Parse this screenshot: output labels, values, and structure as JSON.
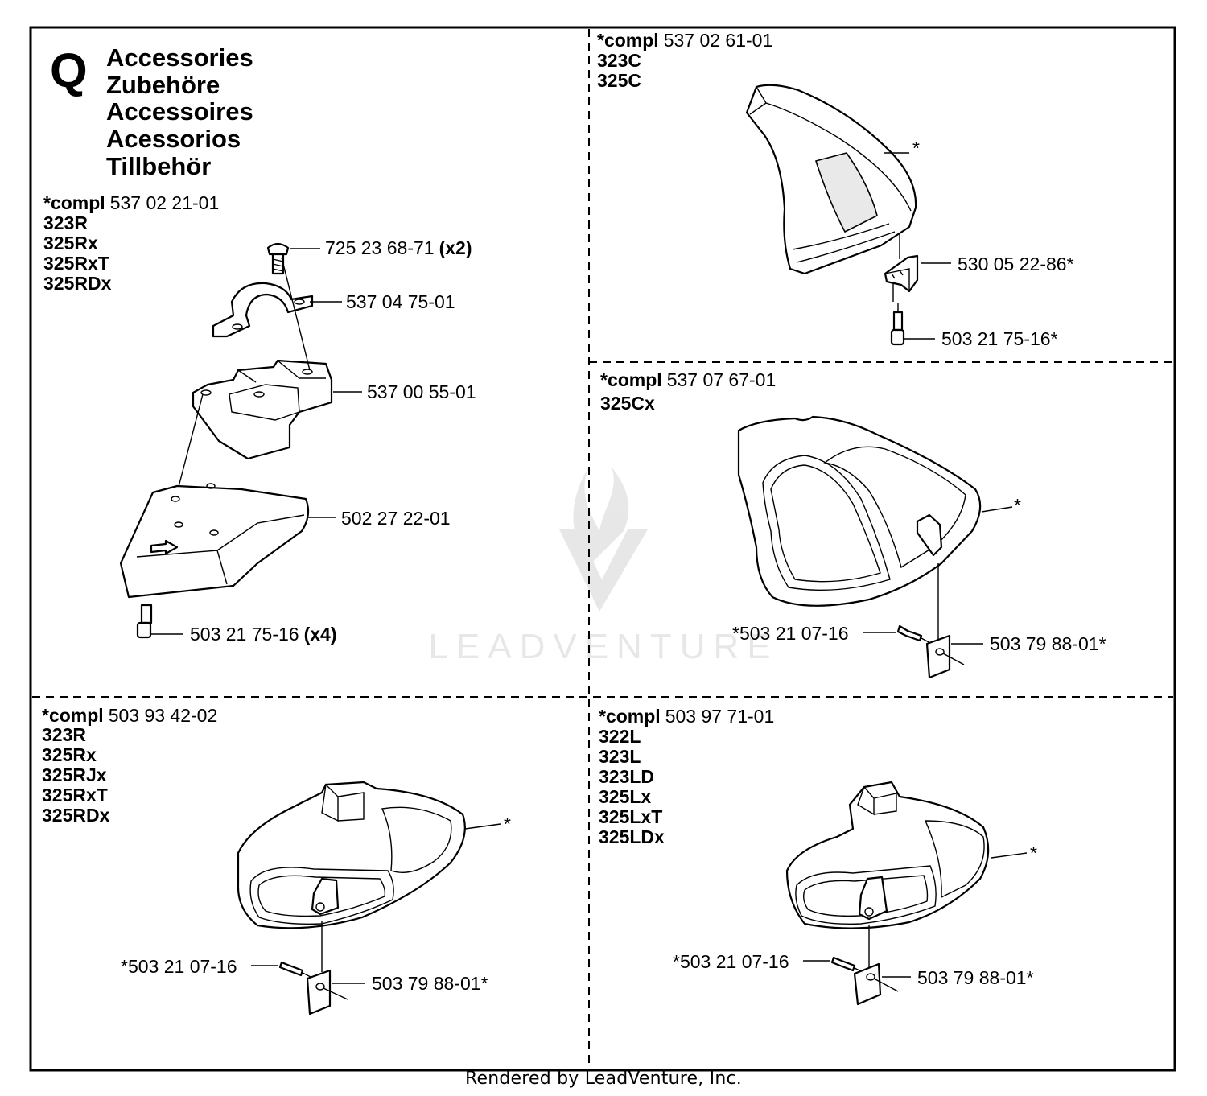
{
  "header": {
    "letter": "Q",
    "titles": [
      "Accessories",
      "Zubehöre",
      "Accessoires",
      "Acessorios",
      "Tillbehör"
    ]
  },
  "panels": [
    {
      "compl_label": "*compl",
      "compl_number": "537 02 21-01",
      "models": [
        "323R",
        "325Rx",
        "325RxT",
        "325RDx"
      ],
      "parts": [
        {
          "number": "725 23 68-71",
          "qty": "(x2)"
        },
        {
          "number": "537 04 75-01",
          "qty": ""
        },
        {
          "number": "537 00 55-01",
          "qty": ""
        },
        {
          "number": "502 27 22-01",
          "qty": ""
        },
        {
          "number": "503 21 75-16",
          "qty": "(x4)"
        }
      ]
    },
    {
      "compl_label": "*compl",
      "compl_number": "537 02 61-01",
      "models": [
        "323C",
        "325C"
      ],
      "parts": [
        {
          "number": "*"
        },
        {
          "number": "530 05 22-86*"
        },
        {
          "number": "503 21 75-16*"
        }
      ]
    },
    {
      "compl_label": "*compl",
      "compl_number": "537 07 67-01",
      "models": [
        "325Cx"
      ],
      "parts": [
        {
          "number": "*"
        },
        {
          "number": "*503 21 07-16"
        },
        {
          "number": "503 79 88-01*"
        }
      ]
    },
    {
      "compl_label": "*compl",
      "compl_number": "503 93 42-02",
      "models": [
        "323R",
        "325Rx",
        "325RJx",
        "325RxT",
        "325RDx"
      ],
      "parts": [
        {
          "number": "*"
        },
        {
          "number": "*503 21 07-16"
        },
        {
          "number": "503 79 88-01*"
        }
      ]
    },
    {
      "compl_label": "*compl",
      "compl_number": "503 97 71-01",
      "models": [
        "322L",
        "323L",
        "323LD",
        "325Lx",
        "325LxT",
        "325LDx"
      ],
      "parts": [
        {
          "number": "*"
        },
        {
          "number": "*503 21 07-16"
        },
        {
          "number": "503 79 88-01*"
        }
      ]
    }
  ],
  "watermark": "LEADVENTURE",
  "footer": "Rendered by LeadVenture, Inc."
}
